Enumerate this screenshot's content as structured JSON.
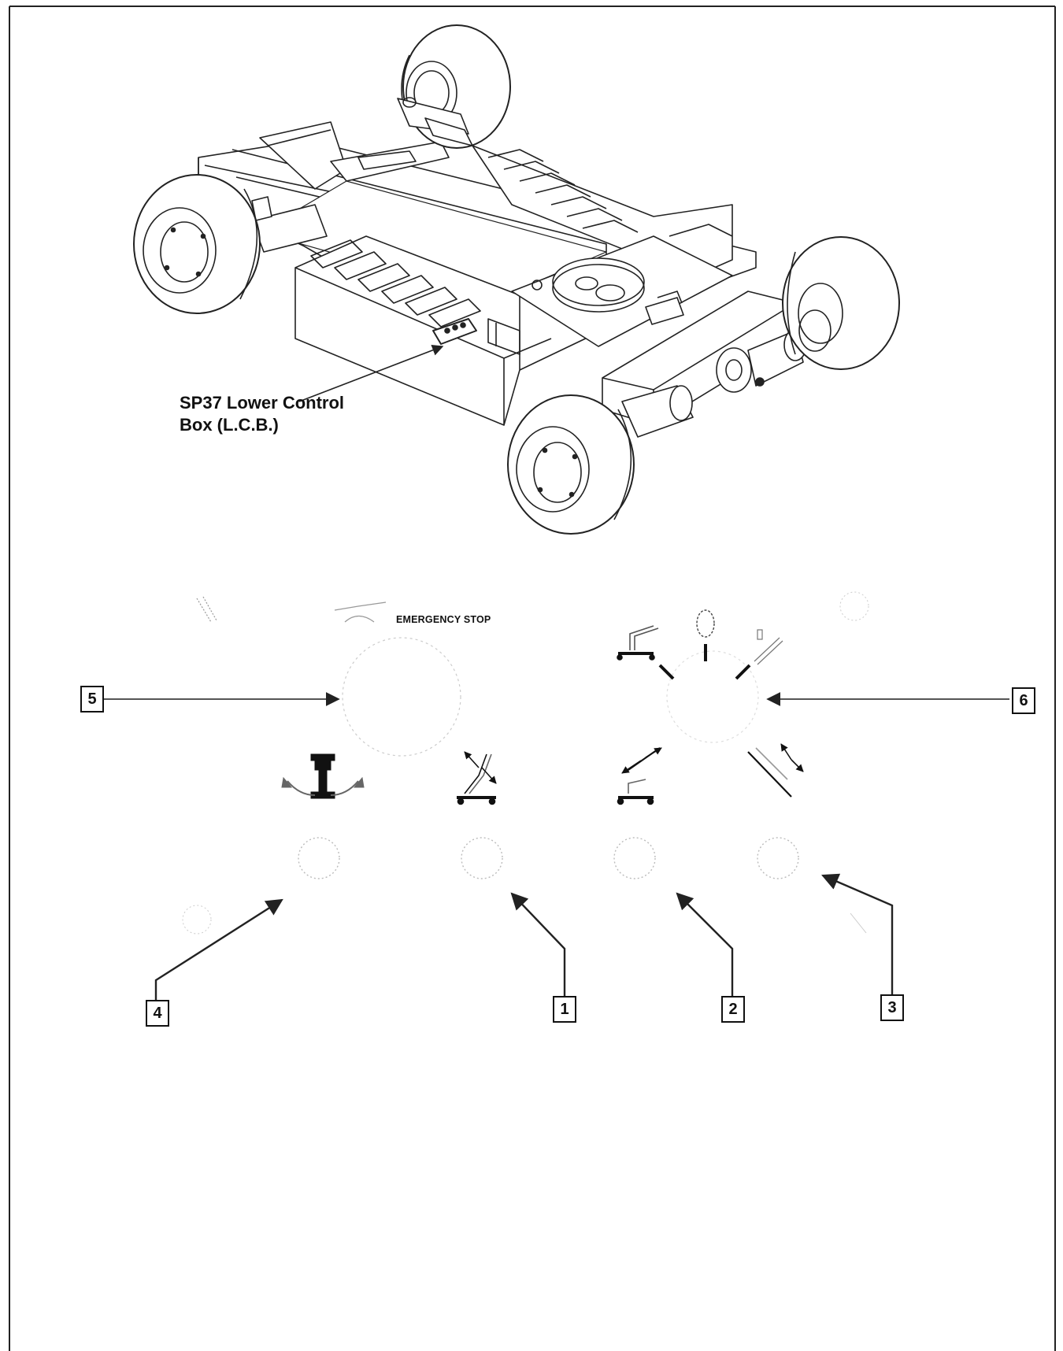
{
  "chassis_label": {
    "line1": "SP37 Lower Control",
    "line2": "Box (L.C.B.)"
  },
  "panel": {
    "emergency_stop_label": "EMERGENCY STOP"
  },
  "callouts": [
    {
      "id": "1",
      "label": "1"
    },
    {
      "id": "2",
      "label": "2"
    },
    {
      "id": "3",
      "label": "3"
    },
    {
      "id": "4",
      "label": "4"
    },
    {
      "id": "5",
      "label": "5"
    },
    {
      "id": "6",
      "label": "6"
    }
  ]
}
